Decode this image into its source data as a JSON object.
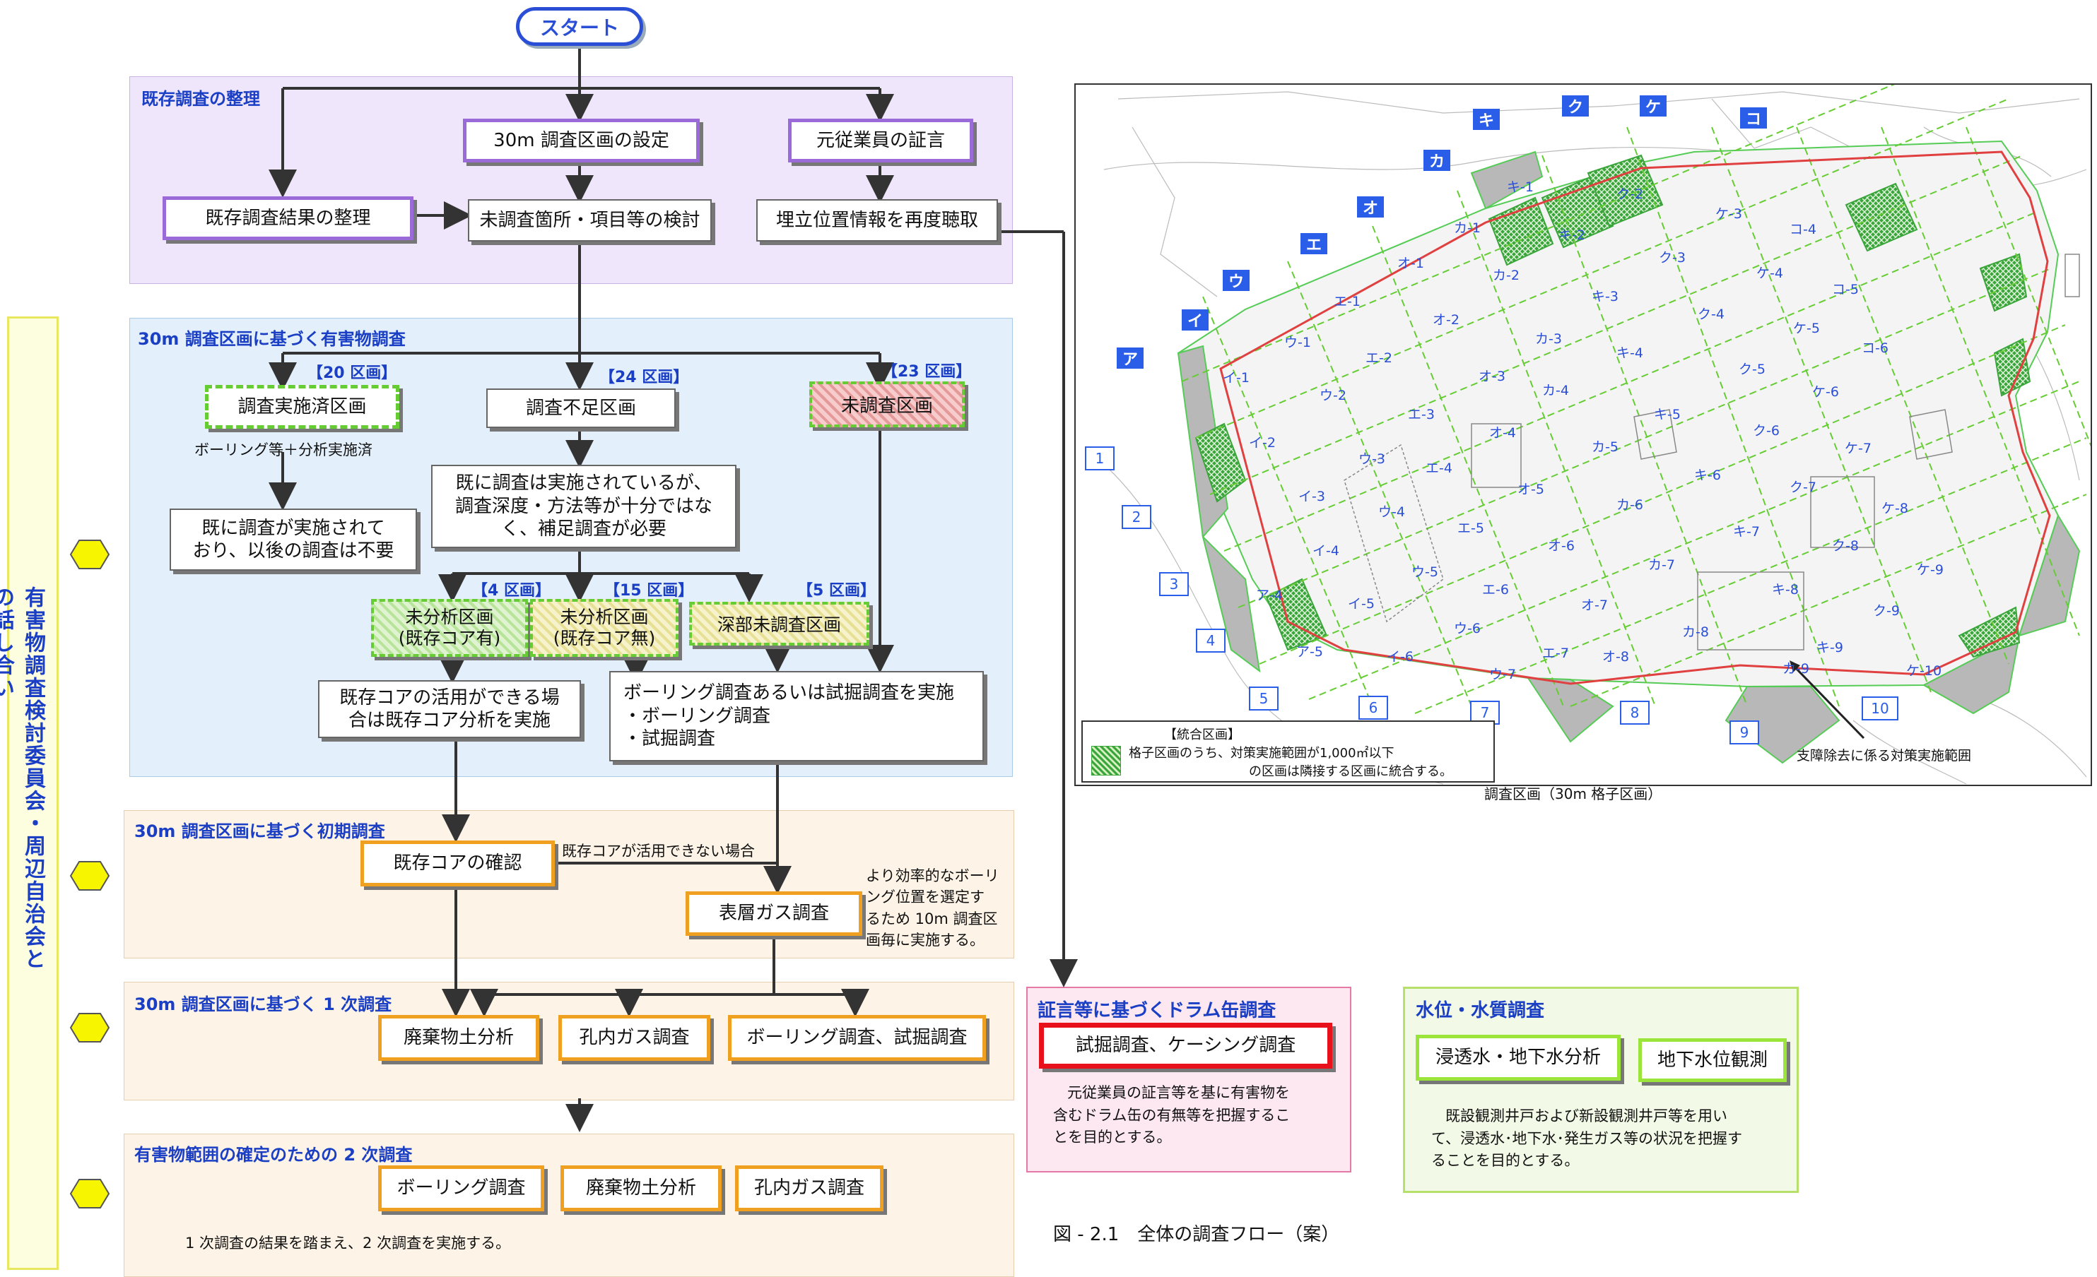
{
  "start_label": "スタート",
  "sidebar": {
    "label": "有害物調査検討委員会・周辺自治会との話し合い"
  },
  "section_existing": {
    "title": "既存調査の整理",
    "box_30m": "30m 調査区画の設定",
    "box_testimony": "元従業員の証言",
    "box_organize": "既存調査結果の整理",
    "box_unsurveyed": "未調査箇所・項目等の検討",
    "box_relisten": "埋立位置情報を再度聴取"
  },
  "section_hazard": {
    "title": "30m 調査区画に基づく有害物調査",
    "tag_20": "【20 区画】",
    "tag_24": "【24 区画】",
    "tag_23": "【23 区画】",
    "box_done": "調査実施済区画",
    "box_insufficient": "調査不足区画",
    "box_unsurveyed": "未調査区画",
    "note_done": "ボーリング等＋分析実施済",
    "box_no_need_1": "既に調査が実施されて",
    "box_no_need_2": "おり、以後の調査は不要",
    "box_need_1": "既に調査は実施されているが、",
    "box_need_2": "調査深度・方法等が十分ではな",
    "box_need_3": "く、補足調査が必要",
    "tag_4": "【4 区画】",
    "tag_15": "【15 区画】",
    "tag_5": "【5 区画】",
    "box_unanalyzed_core_1": "未分析区画",
    "box_unanalyzed_core_2": "(既存コア有)",
    "box_unanalyzed_nocore_1": "未分析区画",
    "box_unanalyzed_nocore_2": "(既存コア無)",
    "box_deep": "深部未調査区画",
    "box_core_use_1": "既存コアの活用ができる場",
    "box_core_use_2": "合は既存コア分析を実施",
    "box_boring_1": "ボーリング調査あるいは試掘調査を実施",
    "box_boring_2": "・ボーリング調査",
    "box_boring_3": "・試掘調査"
  },
  "section_initial": {
    "title": "30m 調査区画に基づく初期調査",
    "box_core_check": "既存コアの確認",
    "label_core_unusable": "既存コアが活用できない場合",
    "box_surface_gas": "表層ガス調査",
    "note_1": "より効率的なボーリ",
    "note_2": "ング位置を選定す",
    "note_3": "るため 10m 調査区",
    "note_4": "画毎に実施する。"
  },
  "section_primary": {
    "title": "30m 調査区画に基づく 1 次調査",
    "box_waste": "廃棄物土分析",
    "box_hole_gas": "孔内ガス調査",
    "box_boring": "ボーリング調査、試掘調査"
  },
  "section_secondary": {
    "title": "有害物範囲の確定のための 2 次調査",
    "box_boring": "ボーリング調査",
    "box_waste": "廃棄物土分析",
    "box_hole_gas": "孔内ガス調査",
    "note": "1 次調査の結果を踏まえ、2 次調査を実施する。"
  },
  "section_drum": {
    "title": "証言等に基づくドラム缶調査",
    "box": "試掘調査、ケーシング調査",
    "note_1": "元従業員の証言等を基に有害物を",
    "note_2": "含むドラム缶の有無等を把握するこ",
    "note_3": "とを目的とする。"
  },
  "section_water": {
    "title": "水位・水質調査",
    "box_leachate": "浸透水・地下水分析",
    "box_level": "地下水位観測",
    "note_1": "既設観測井戸および新設観測井戸等を用い",
    "note_2": "て、浸透水･地下水･発生ガス等の状況を把握す",
    "note_3": "ることを目的とする。"
  },
  "map": {
    "caption": "調査区画（30m 格子区画）",
    "legend_title": "【統合区画】",
    "legend_1": "格子区画のうち、対策実施範囲が1,000㎡以下",
    "legend_2": "の区画は隣接する区画に統合する。",
    "annotation": "支障除去に係る対策実施範囲",
    "column_tags": [
      "ア",
      "イ",
      "ウ",
      "エ",
      "オ",
      "カ",
      "キ",
      "ク",
      "ケ",
      "コ"
    ],
    "row_numbers": [
      "1",
      "2",
      "3",
      "4",
      "5",
      "6",
      "7",
      "8",
      "9",
      "10"
    ],
    "cells": [
      "イ-1",
      "イ-2",
      "イ-3",
      "イ-4",
      "イ-5",
      "イ-6",
      "ア-4",
      "ア-5",
      "ウ-1",
      "ウ-2",
      "ウ-3",
      "ウ-4",
      "ウ-5",
      "ウ-6",
      "ウ-7",
      "エ-1",
      "エ-2",
      "エ-3",
      "エ-4",
      "エ-5",
      "エ-6",
      "エ-7",
      "オ-1",
      "オ-2",
      "オ-3",
      "オ-4",
      "オ-5",
      "オ-6",
      "オ-7",
      "オ-8",
      "カ-1",
      "カ-2",
      "カ-3",
      "カ-4",
      "カ-5",
      "カ-6",
      "カ-7",
      "カ-8",
      "カ-9",
      "キ-1",
      "キ-2",
      "キ-3",
      "キ-4",
      "キ-5",
      "キ-6",
      "キ-7",
      "キ-8",
      "キ-9",
      "ク-2",
      "ク-3",
      "ク-4",
      "ク-5",
      "ク-6",
      "ク-7",
      "ク-8",
      "ク-9",
      "ケ-3",
      "ケ-4",
      "ケ-5",
      "ケ-6",
      "ケ-7",
      "ケ-8",
      "ケ-9",
      "ケ-10",
      "コ-4",
      "コ-5",
      "コ-6"
    ]
  },
  "figure_caption": "図 - 2.1　全体の調査フロー（案）",
  "colors": {
    "purple_panel": "#f0e6fb",
    "blue_panel": "#e6f2fc",
    "peach_panel": "#fdf3e6",
    "pink_panel": "#fde8f1",
    "green_panel": "#f2f9e6",
    "title_blue": "#1a3fc4"
  }
}
